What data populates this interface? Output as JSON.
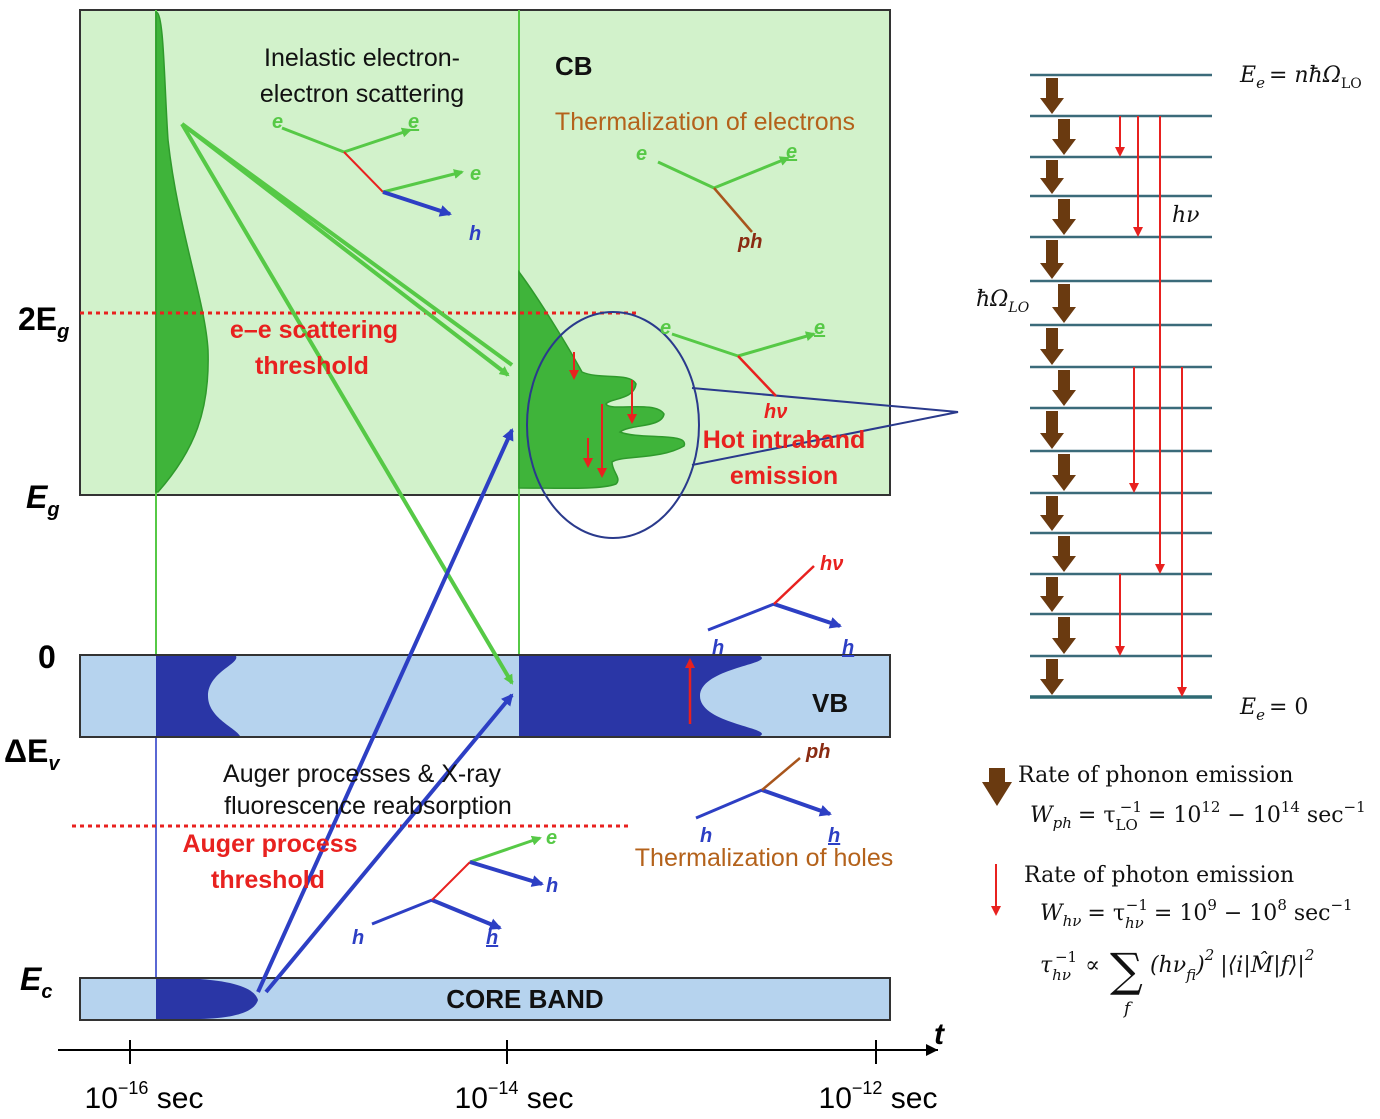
{
  "bands": {
    "cb_label": "CB",
    "vb_label": "VB",
    "core_label": "CORE BAND"
  },
  "y_labels": {
    "two_eg": "2E",
    "two_eg_sub": "g",
    "eg": "E",
    "eg_sub": "g",
    "zero": "0",
    "dev": "ΔE",
    "dev_sub": "v",
    "ec": "E",
    "ec_sub": "c"
  },
  "time_axis": {
    "t_label": "t",
    "ticks": [
      {
        "base": "10",
        "exp": "−16",
        "unit": " sec"
      },
      {
        "base": "10",
        "exp": "−14",
        "unit": " sec"
      },
      {
        "base": "10",
        "exp": "−12",
        "unit": " sec"
      }
    ]
  },
  "annotations": {
    "inelastic_line1": "Inelastic electron-",
    "inelastic_line2": "electron scattering",
    "therm_electrons": "Thermalization of electrons",
    "ee_threshold_line1": "e–e scattering",
    "ee_threshold_line2": "threshold",
    "hot_line1": "Hot intraband",
    "hot_line2": "emission",
    "auger_line1": "Auger processes & X-ray",
    "auger_line2": "fluorescence reabsorption",
    "auger_thr_line1": "Auger process",
    "auger_thr_line2": "threshold",
    "therm_holes": "Thermalization of holes"
  },
  "particles": {
    "e": "e",
    "h": "h",
    "ph": "ph",
    "hv": "hν"
  },
  "ladder": {
    "top_label": "E",
    "top_label_sub": "e",
    "top_label_rhs": "= nħΩ",
    "top_label_rhs_sub": "LO",
    "bottom_label": "E",
    "bottom_label_sub": "e",
    "bottom_label_rhs": "= 0",
    "phonon_label": "ħΩ",
    "phonon_label_sub": "LO",
    "photon_label": "hν"
  },
  "legend": {
    "phonon_title": "Rate of phonon emission",
    "phonon_formula": "W",
    "phonon_formula_sub": "ph",
    "phonon_formula_rhs": "= τ",
    "phonon_tau_sub": "LO",
    "phonon_tau_sup": "−1",
    "phonon_range": "= 10",
    "phonon_range_exp1": "12",
    "phonon_range_mid": " − 10",
    "phonon_range_exp2": "14",
    "phonon_unit": " sec",
    "phonon_unit_exp": "−1",
    "photon_title": "Rate of photon emission",
    "photon_formula": "W",
    "photon_formula_sub": "hν",
    "photon_formula_rhs": "= τ",
    "photon_tau_sub": "hν",
    "photon_tau_sup": "−1",
    "photon_range": "= 10",
    "photon_range_exp1": "9",
    "photon_range_mid": " − 10",
    "photon_range_exp2": "8",
    "photon_unit": " sec",
    "photon_unit_exp": "−1",
    "prop_lhs": "τ",
    "prop_lhs_sub": "hν",
    "prop_lhs_sup": "−1",
    "prop_sym": "∝",
    "sum_sym": "∑",
    "sum_index": "f",
    "prop_term": "(hν",
    "prop_term_sub": "fi",
    "prop_term_close": ")",
    "prop_term_sup": "2",
    "matrix_el": "|⟨i|M̂|f⟩|",
    "matrix_sup": "2"
  },
  "colors": {
    "cb_fill": "#d2f2cb",
    "band_fill": "#b6d3ee",
    "green": "#56c946",
    "dark_blue": "#2a36a6",
    "red": "#e8211f",
    "brown": "#6a3a10",
    "ladder_line": "#3b6b7a"
  }
}
